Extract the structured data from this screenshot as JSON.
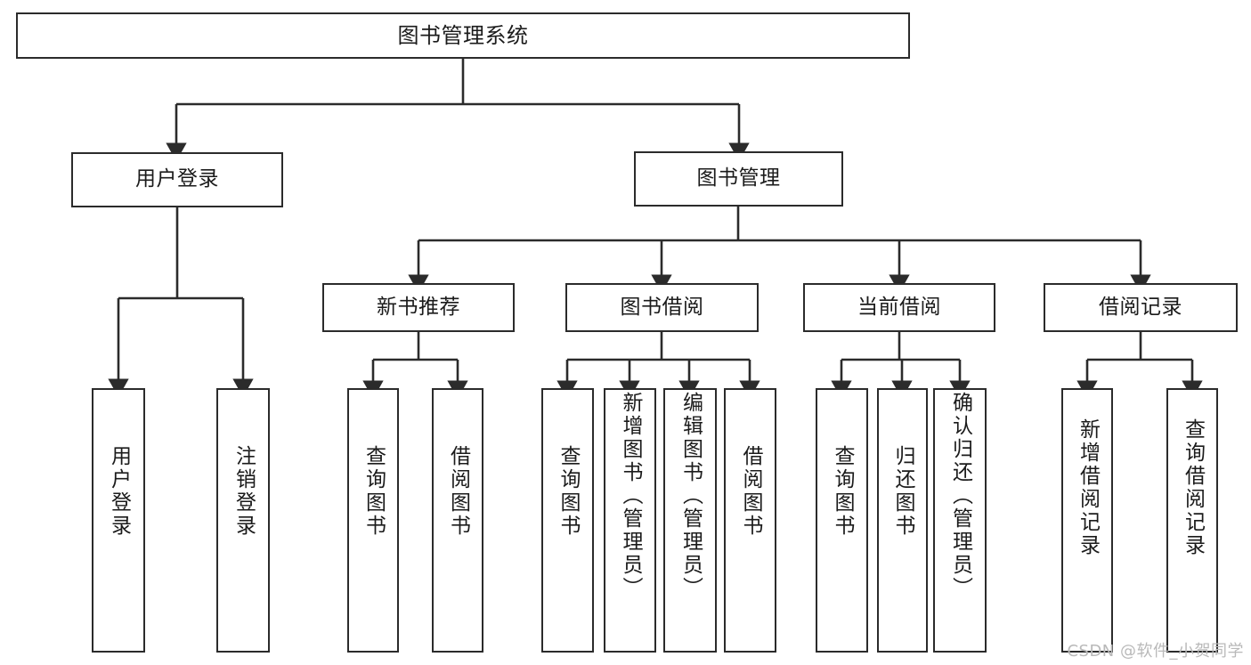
{
  "diagram": {
    "title": "图书管理系统",
    "type": "tree",
    "watermark": "CSDN @软件_小贺同学",
    "colors": {
      "stroke": "#2b2b2b",
      "fill": "#ffffff",
      "text": "#1b1b1b",
      "watermark": "#b9b9b9"
    },
    "root": {
      "label": "图书管理系统"
    },
    "level1": [
      {
        "label": "用户登录"
      },
      {
        "label": "图书管理"
      }
    ],
    "level2": [
      {
        "label": "新书推荐"
      },
      {
        "label": "图书借阅"
      },
      {
        "label": "当前借阅"
      },
      {
        "label": "借阅记录"
      }
    ],
    "leaves": {
      "user_login": [
        {
          "label": "用户登录"
        },
        {
          "label": "注销登录"
        }
      ],
      "new_book_recommend": [
        {
          "label": "查询图书"
        },
        {
          "label": "借阅图书"
        }
      ],
      "book_borrow": [
        {
          "label": "查询图书"
        },
        {
          "label": "新增图书（管理员）"
        },
        {
          "label": "编辑图书（管理员）"
        },
        {
          "label": "借阅图书"
        }
      ],
      "current_borrow": [
        {
          "label": "查询图书"
        },
        {
          "label": "归还图书"
        },
        {
          "label": "确认归还（管理员）"
        }
      ],
      "borrow_record": [
        {
          "label": "新增借阅记录"
        },
        {
          "label": "查询借阅记录"
        }
      ]
    }
  }
}
